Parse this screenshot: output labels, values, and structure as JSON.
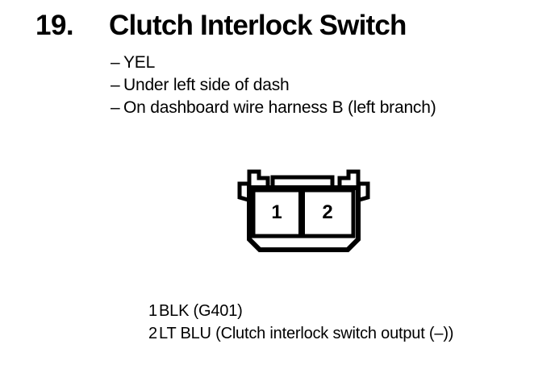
{
  "document": {
    "item_number": "19.",
    "title": "Clutch Interlock Switch",
    "bullet_char": "–",
    "details": [
      "YEL",
      "Under left side of dash",
      "On dashboard wire harness B (left branch)"
    ],
    "connector": {
      "pin_labels": [
        "1",
        "2"
      ]
    },
    "legend": [
      {
        "pin": "1",
        "desc": "BLK (G401)"
      },
      {
        "pin": "2",
        "desc": "LT BLU (Clutch interlock switch output (–))"
      }
    ],
    "colors": {
      "ink": "#000000",
      "paper": "#ffffff"
    }
  }
}
